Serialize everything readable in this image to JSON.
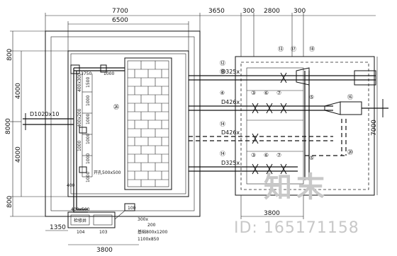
{
  "dimensions": {
    "top_total": "7700",
    "top_inner": "6500",
    "top_right_1": "3650",
    "top_right_2": "300",
    "top_right_3": "2800",
    "top_right_4": "300",
    "left_top": "800",
    "left_1": "4000",
    "left_total": "8000",
    "left_2": "4000",
    "left_bottom": "800",
    "right_total": "7000",
    "bottom_left_offset": "1350",
    "bottom_total": "3800",
    "bottom_right": "3800"
  },
  "pipe_labels": {
    "inlet": "D1020x10",
    "pipe_a": "D325x",
    "pipe_b": "D426x",
    "pipe_c": "D426x",
    "pipe_d": "D325x"
  },
  "callouts": {
    "c12": "⑫",
    "c13": "⑬",
    "c17": "⑰",
    "c18": "⑱",
    "c14a": "⑭",
    "c4": "④",
    "c14b": "⑭",
    "c14c": "⑭",
    "c5": "⑤",
    "c16": "⑯",
    "c26": "㉖",
    "c20": "⑳",
    "c5b": "⑤",
    "cA": "③",
    "cB": "⑥",
    "cC": "⑦",
    "cD": "③",
    "cE": "⑥",
    "cF": "⑦"
  },
  "notes": {
    "n3750": "3750",
    "n1000a": "1000",
    "n1000b": "1000",
    "n1000c": "1000",
    "n1000d": "1000",
    "n1000e": "1000",
    "n1000f": "1000",
    "n1000g": "1000",
    "n1500": "1500",
    "n400_200": "400x200",
    "n400_300": "400x300",
    "opening": "开孔500x500",
    "n400": "400",
    "n100": "100",
    "n400_500": "400x500",
    "n104": "104",
    "n103": "103",
    "n300": "300x",
    "n200": "200",
    "base": "基础800x1200",
    "n1100": "1100x850",
    "pit": "检修井"
  },
  "watermark": {
    "logo": "知末",
    "id": "ID: 165171158"
  }
}
